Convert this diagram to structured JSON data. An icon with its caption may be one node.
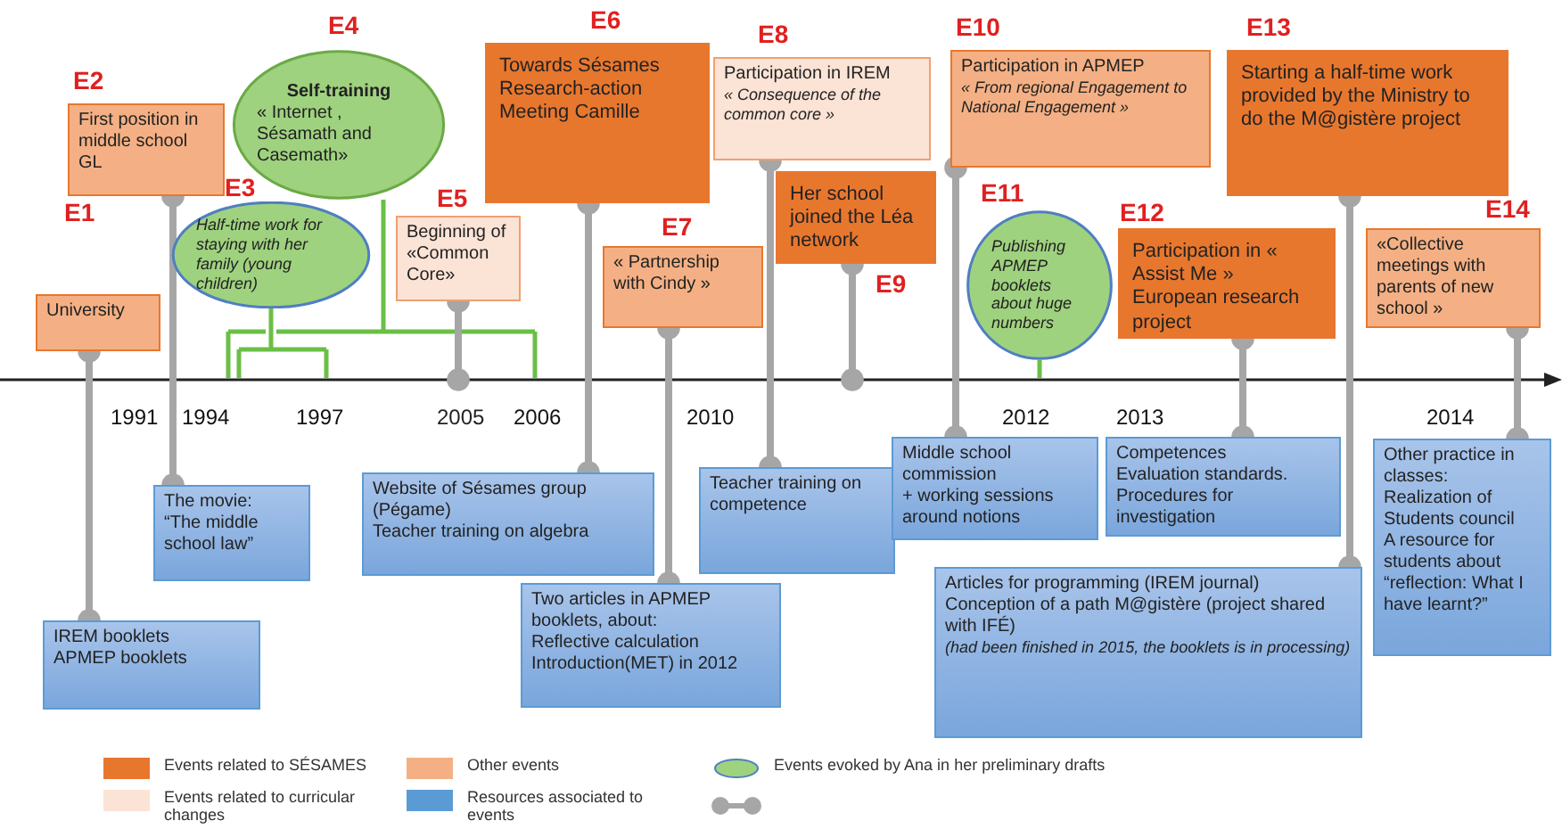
{
  "diagram": {
    "nodes": [
      {
        "text": [
          "E1",
          "University"
        ]
      },
      {
        "text": [
          "E2",
          "First position in middle school GL"
        ]
      },
      {
        "text": [
          "E3",
          "Half-time work for staying with her family (young children)"
        ]
      },
      {
        "text": [
          "E4",
          "Self-training",
          "« Internet , Sésamath and Casemath»"
        ]
      },
      {
        "text": [
          "E5",
          "Beginning of «Common Core»"
        ]
      },
      {
        "text": [
          "E6",
          "Towards Sésames Research-action Meeting Camille"
        ]
      },
      {
        "text": [
          "E7",
          "« Partnership with Cindy »"
        ]
      },
      {
        "text": [
          "E8",
          "Participation in IREM",
          "« Consequence of the common core »"
        ]
      },
      {
        "text": [
          "Her school joined the Léa network",
          "E9"
        ]
      },
      {
        "text": [
          "E10",
          "Participation in APMEP",
          "« From regional Engagement to National Engagement »"
        ]
      },
      {
        "text": [
          "E11",
          "Publishing APMEP booklets about huge numbers"
        ]
      },
      {
        "text": [
          "E12",
          "Participation in « Assist Me » European research project"
        ]
      },
      {
        "text": [
          "E13",
          "Starting a half-time work provided by the Ministry to do the M@gistère project"
        ]
      },
      {
        "text": [
          "E14",
          "«Collective meetings with parents of new school »"
        ]
      },
      {
        "text": [
          "IREM booklets",
          "APMEP booklets"
        ]
      },
      {
        "text": [
          "The movie:",
          "“The middle school law”"
        ]
      },
      {
        "text": [
          "Website of Sésames group (Pégame)",
          "Teacher training on algebra"
        ]
      },
      {
        "text": [
          "Two articles in APMEP booklets, about:",
          "Reflective calculation",
          "Introduction(MET) in 2012"
        ]
      },
      {
        "text": [
          "Teacher training on competence"
        ]
      },
      {
        "text": [
          "Middle school commission",
          "+ working sessions around notions"
        ]
      },
      {
        "text": [
          "Competences",
          "Evaluation standards.",
          "Procedures for investigation"
        ]
      },
      {
        "text": [
          "Articles for programming (IREM journal)",
          "Conception of a path M@gistère (project shared with IFÉ)",
          "(had been finished in 2015, the booklets is in processing)"
        ]
      },
      {
        "text": [
          "Other practice in classes:",
          "Realization of Students council",
          "A resource for students about “reflection: What I have learnt?”"
        ]
      },
      {
        "text": [
          "2005"
        ]
      }
    ],
    "edges": [
      {
        "from": 0,
        "to": 14,
        "arrow": "other"
      },
      {
        "from": 1,
        "to": 15,
        "arrow": "other"
      },
      {
        "from": 4,
        "to": 23,
        "arrow": "other"
      },
      {
        "from": 5,
        "to": 16,
        "arrow": "other"
      },
      {
        "from": 6,
        "to": 17,
        "arrow": "other"
      },
      {
        "from": 7,
        "to": 18,
        "arrow": "other"
      },
      {
        "from": 8,
        "to": null,
        "arrow": "other"
      },
      {
        "from": 9,
        "to": 19,
        "arrow": "other"
      },
      {
        "from": 11,
        "to": 20,
        "arrow": "other"
      },
      {
        "from": 12,
        "to": 21,
        "arrow": "other"
      },
      {
        "from": 13,
        "to": 22,
        "arrow": "other"
      }
    ],
    "labels": [
      "1991",
      "1994",
      "1997",
      "2006",
      "2010",
      "2012",
      "2013",
      "2014"
    ],
    "legend": [
      {
        "text": "Events related to SÉSAMES",
        "color": "#e8772e"
      },
      {
        "text": "Events related to curricular changes",
        "color": "#fbe3d5"
      },
      {
        "text": "Other events",
        "color": "#f4b084"
      },
      {
        "text": "Resources associated to events",
        "color": "#5b9bd5"
      },
      {
        "text": "Events evoked by Ana in her preliminary drafts"
      }
    ]
  }
}
